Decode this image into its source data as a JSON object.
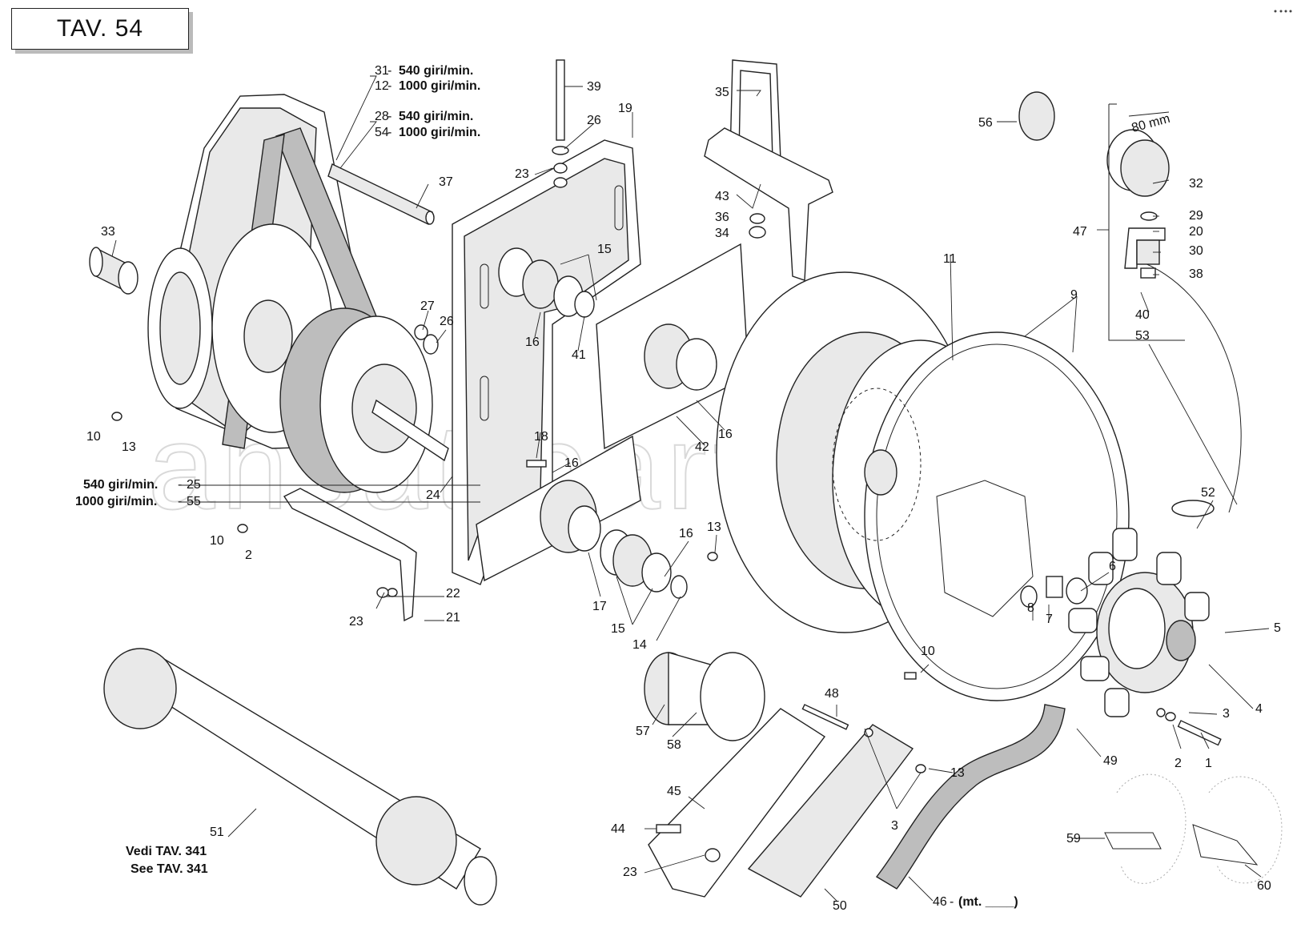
{
  "title": "TAV. 54",
  "watermark": "ahsat-parts.ru",
  "notes": {
    "rpm_31": "540 giri/min.",
    "rpm_12": "1000 giri/min.",
    "rpm_28": "540 giri/min.",
    "rpm_54": "1000 giri/min.",
    "rpm_25": "540 giri/min.",
    "rpm_55": "1000 giri/min.",
    "vedi": "Vedi TAV. 341",
    "see": "See TAV. 341",
    "dimension": "80 mm",
    "hose_length": "(mt. ____)"
  },
  "callouts": [
    "31",
    "12",
    "28",
    "54",
    "39",
    "26",
    "19",
    "23",
    "35",
    "43",
    "36",
    "34",
    "56",
    "32",
    "29",
    "20",
    "47",
    "30",
    "38",
    "40",
    "53",
    "37",
    "33",
    "27",
    "26",
    "15",
    "16",
    "41",
    "11",
    "9",
    "10",
    "13",
    "18",
    "16",
    "42",
    "16",
    "24",
    "25",
    "55",
    "10",
    "2",
    "22",
    "23",
    "21",
    "13",
    "16",
    "17",
    "15",
    "14",
    "52",
    "6",
    "8",
    "7",
    "5",
    "4",
    "3",
    "2",
    "1",
    "10",
    "48",
    "13",
    "3",
    "49",
    "57",
    "58",
    "45",
    "44",
    "23",
    "50",
    "46",
    "51",
    "59",
    "60"
  ]
}
